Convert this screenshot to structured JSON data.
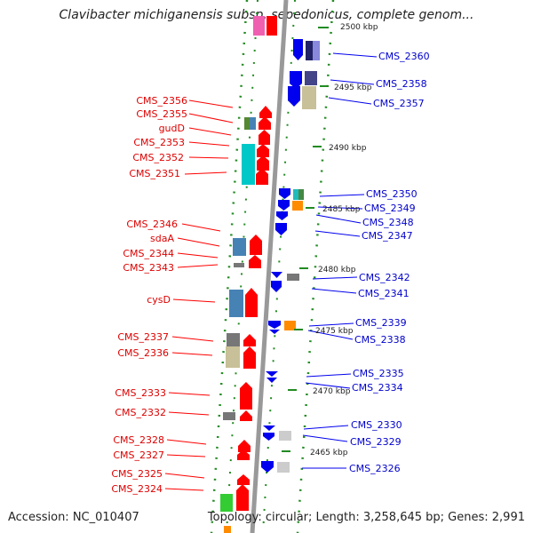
{
  "title": "Clavibacter michiganensis subsp. sepedonicus, complete genom...",
  "accession": "Accession: NC_010407",
  "topology": "Topology: circular; Length: 3,258,645 bp; Genes: 2,991",
  "ticks": [
    "2500 kbp",
    "2495 kbp",
    "2490 kbp",
    "2485 kbp",
    "2480 kbp",
    "2475 kbp",
    "2470 kbp",
    "2465 kbp"
  ],
  "left_genes": [
    "CMS_2356",
    "CMS_2355",
    "gudD",
    "CMS_2353",
    "CMS_2352",
    "CMS_2351",
    "CMS_2346",
    "sdaA",
    "CMS_2344",
    "CMS_2343",
    "cysD",
    "CMS_2337",
    "CMS_2336",
    "CMS_2333",
    "CMS_2332",
    "CMS_2328",
    "CMS_2327",
    "CMS_2325",
    "CMS_2324"
  ],
  "right_genes": [
    "CMS_2360",
    "CMS_2358",
    "CMS_2357",
    "CMS_2350",
    "CMS_2349",
    "CMS_2348",
    "CMS_2347",
    "CMS_2342",
    "CMS_2341",
    "CMS_2339",
    "CMS_2338",
    "CMS_2335",
    "CMS_2334",
    "CMS_2330",
    "CMS_2329",
    "CMS_2326"
  ],
  "colors": {
    "reverse_strand": "#ff0000",
    "forward_strand": "#0000ee",
    "backbone": "#999999",
    "tick_dots": "#228b22"
  }
}
